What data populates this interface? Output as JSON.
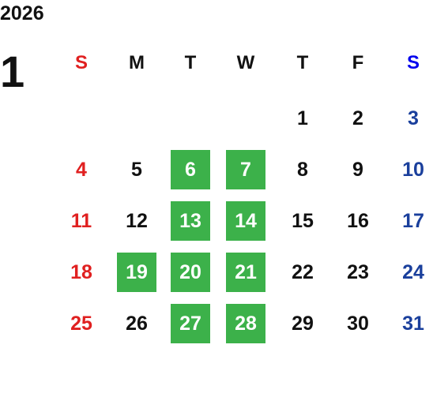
{
  "calendar": {
    "year": "2026",
    "month": "1",
    "weekdays": [
      "S",
      "M",
      "T",
      "W",
      "T",
      "F",
      "S"
    ],
    "weeks": [
      [
        {
          "day": "",
          "highlight": false
        },
        {
          "day": "",
          "highlight": false
        },
        {
          "day": "",
          "highlight": false
        },
        {
          "day": "",
          "highlight": false
        },
        {
          "day": "1",
          "highlight": false
        },
        {
          "day": "2",
          "highlight": false
        },
        {
          "day": "3",
          "highlight": false
        }
      ],
      [
        {
          "day": "4",
          "highlight": false
        },
        {
          "day": "5",
          "highlight": false
        },
        {
          "day": "6",
          "highlight": true
        },
        {
          "day": "7",
          "highlight": true
        },
        {
          "day": "8",
          "highlight": false
        },
        {
          "day": "9",
          "highlight": false
        },
        {
          "day": "10",
          "highlight": false
        }
      ],
      [
        {
          "day": "11",
          "highlight": false
        },
        {
          "day": "12",
          "highlight": false
        },
        {
          "day": "13",
          "highlight": true
        },
        {
          "day": "14",
          "highlight": true
        },
        {
          "day": "15",
          "highlight": false
        },
        {
          "day": "16",
          "highlight": false
        },
        {
          "day": "17",
          "highlight": false
        }
      ],
      [
        {
          "day": "18",
          "highlight": false
        },
        {
          "day": "19",
          "highlight": true
        },
        {
          "day": "20",
          "highlight": true
        },
        {
          "day": "21",
          "highlight": true
        },
        {
          "day": "22",
          "highlight": false
        },
        {
          "day": "23",
          "highlight": false
        },
        {
          "day": "24",
          "highlight": false
        }
      ],
      [
        {
          "day": "25",
          "highlight": false
        },
        {
          "day": "26",
          "highlight": false
        },
        {
          "day": "27",
          "highlight": true
        },
        {
          "day": "28",
          "highlight": true
        },
        {
          "day": "29",
          "highlight": false
        },
        {
          "day": "30",
          "highlight": false
        },
        {
          "day": "31",
          "highlight": false
        }
      ]
    ]
  },
  "colors": {
    "sunday": "#e02020",
    "saturday": "#1a3f9c",
    "saturday_header": "#0000ee",
    "weekday": "#111111",
    "highlight_bg": "#3cb14a",
    "highlight_text": "#ffffff"
  }
}
